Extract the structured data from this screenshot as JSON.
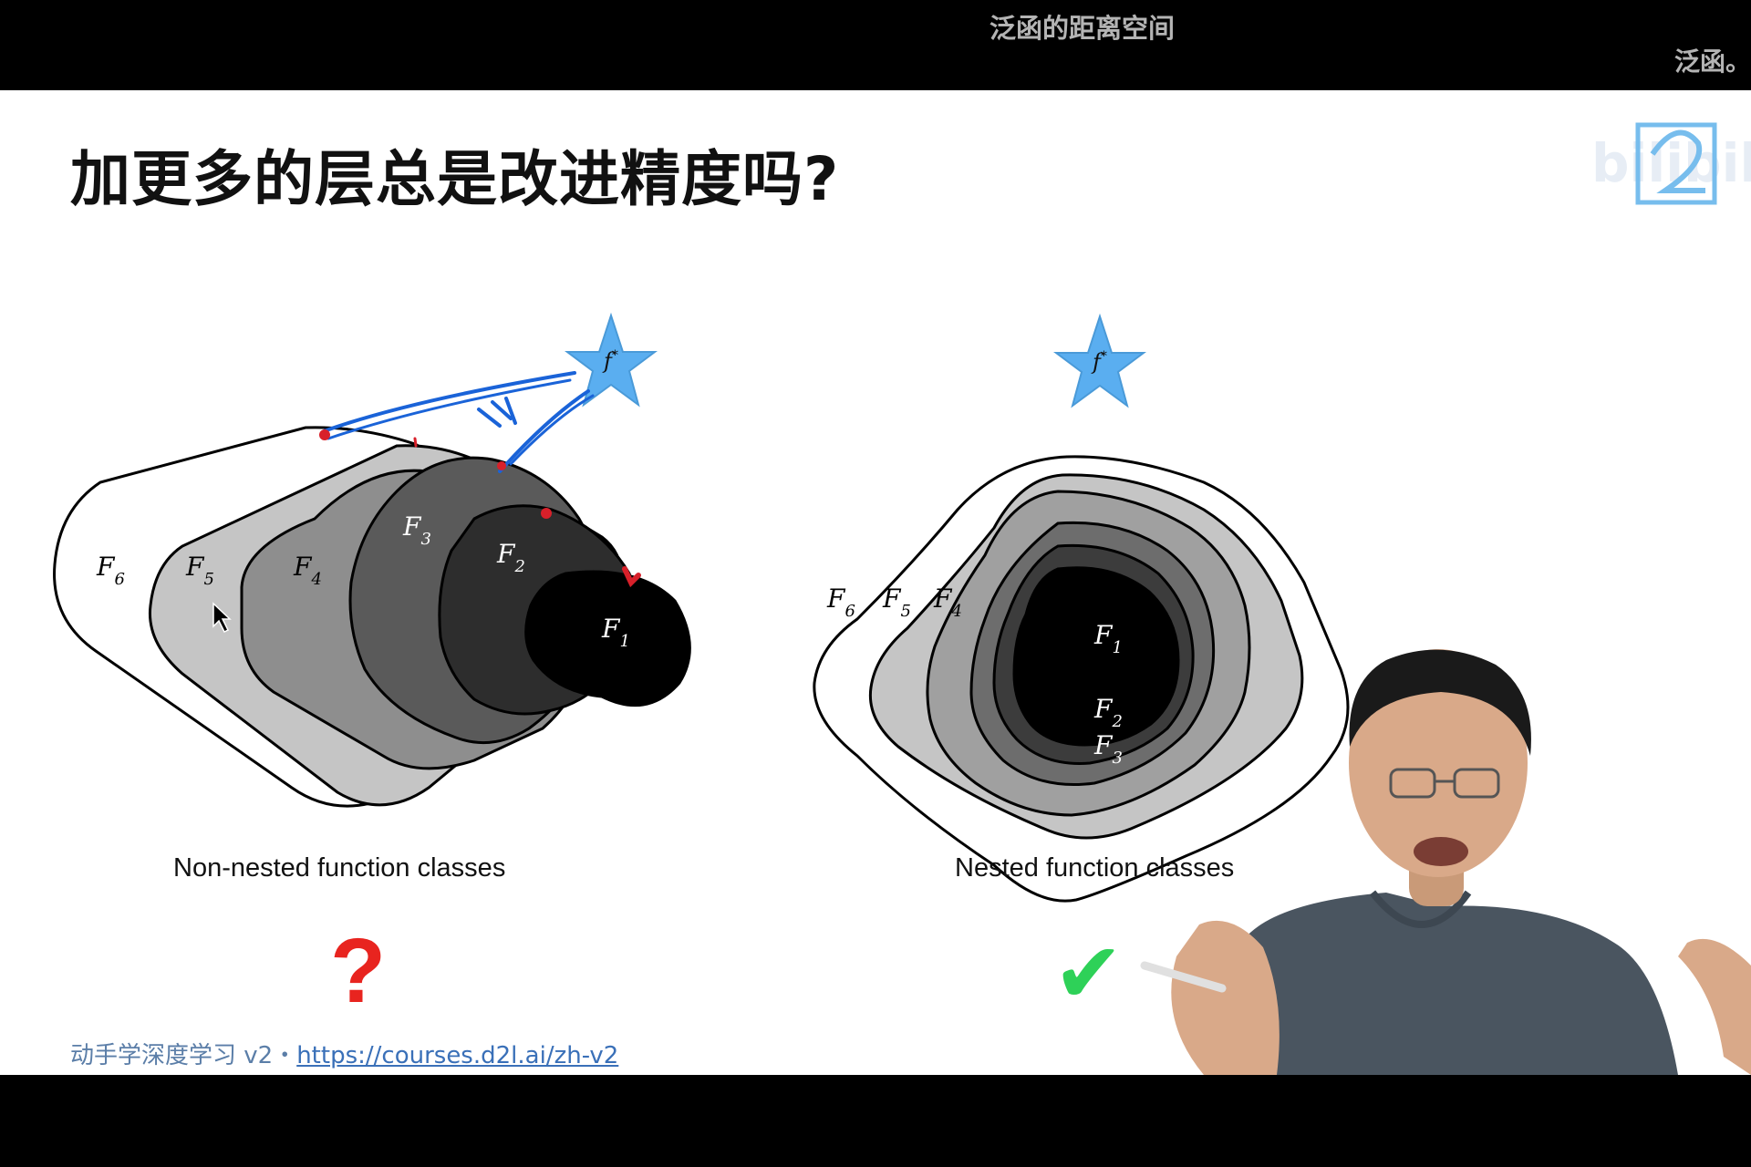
{
  "subtitles": {
    "top": "泛函的距离空间",
    "right": "泛函。"
  },
  "slide": {
    "title": "加更多的层总是改进精度吗?",
    "left_caption": "Non-nested function classes",
    "right_caption": "Nested function classes",
    "left_mark": "?",
    "right_mark": "✔",
    "target_label": "f",
    "target_sup": "*",
    "left_labels": [
      "F",
      "F",
      "F",
      "F",
      "F",
      "F"
    ],
    "left_subs": [
      "6",
      "5",
      "4",
      "3",
      "2",
      "1"
    ],
    "right_labels": [
      "F",
      "F",
      "F",
      "F",
      "F",
      "F"
    ],
    "right_subs": [
      "6",
      "5",
      "4",
      "1",
      "2",
      "3"
    ]
  },
  "footer": {
    "text": "动手学深度学习 v2・",
    "link": "https://courses.d2l.ai/zh-v2"
  },
  "watermark": {
    "logo": "bilibili"
  },
  "colors": {
    "star": "#5aaef0",
    "annotation_blue": "#1a63d8",
    "annotation_red": "#d8202a",
    "question": "#e8241f",
    "check": "#2ed158"
  }
}
